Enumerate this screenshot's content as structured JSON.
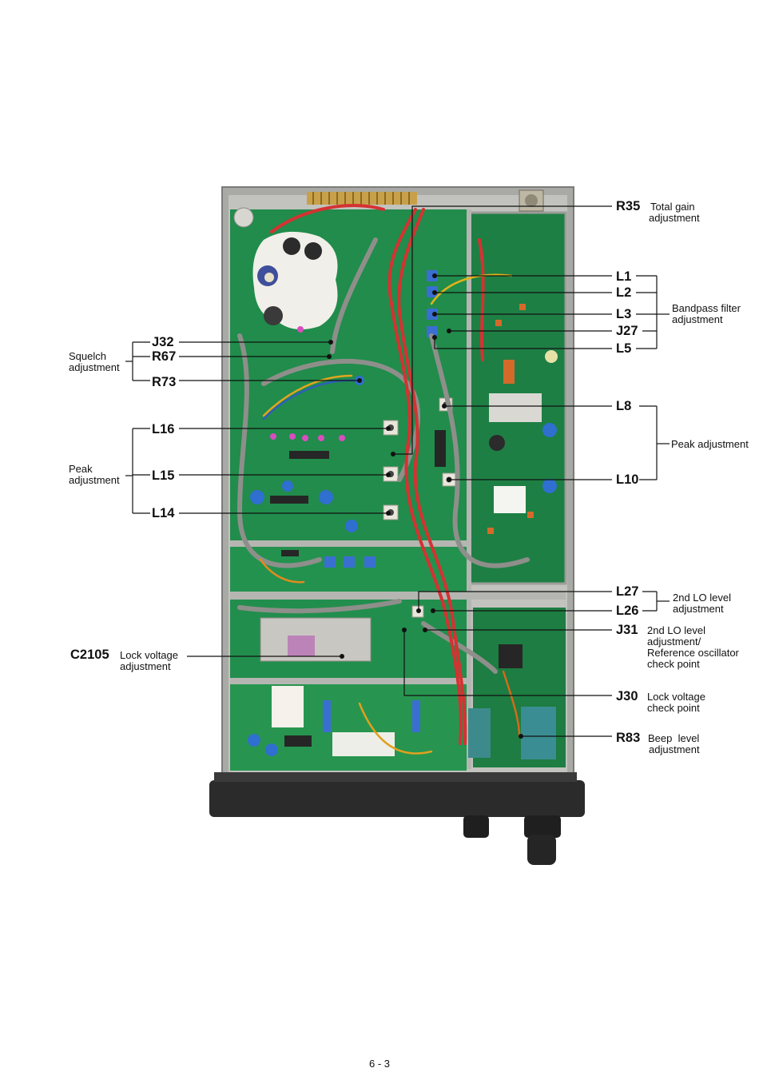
{
  "page_number": "6 - 3",
  "left_labels": {
    "squelch": {
      "refs": [
        "J32",
        "R67",
        "R73"
      ],
      "description": "Squelch\nadjustment"
    },
    "peak": {
      "refs": [
        "L16",
        "L15",
        "L14"
      ],
      "description": "Peak\nadjustment"
    },
    "lock": {
      "ref": "C2105",
      "description": "Lock voltage\nadjustment"
    }
  },
  "right_labels": {
    "r35": {
      "ref": "R35",
      "description": "Total gain\nadjustment"
    },
    "bandpass": {
      "refs": [
        "L1",
        "L2",
        "L3",
        "J27",
        "L5"
      ],
      "description": "Bandpass filter\nadjustment"
    },
    "peak": {
      "refs": [
        "L8",
        "L10"
      ],
      "description": "Peak adjustment"
    },
    "lo": {
      "refs": [
        "L27",
        "L26"
      ],
      "description": "2nd LO level\nadjustment"
    },
    "j31": {
      "ref": "J31",
      "description": "2nd LO level\nadjustment/\nReference oscillator\ncheck point"
    },
    "j30": {
      "ref": "J30",
      "description": "Lock voltage\ncheck point"
    },
    "r83": {
      "ref": "R83",
      "description": "Beep  level\nadjustment"
    }
  },
  "colors": {
    "pcb_green": "#1f8a4a",
    "chassis_gray": "#b9bab6",
    "front_panel": "#2a2a2a"
  }
}
